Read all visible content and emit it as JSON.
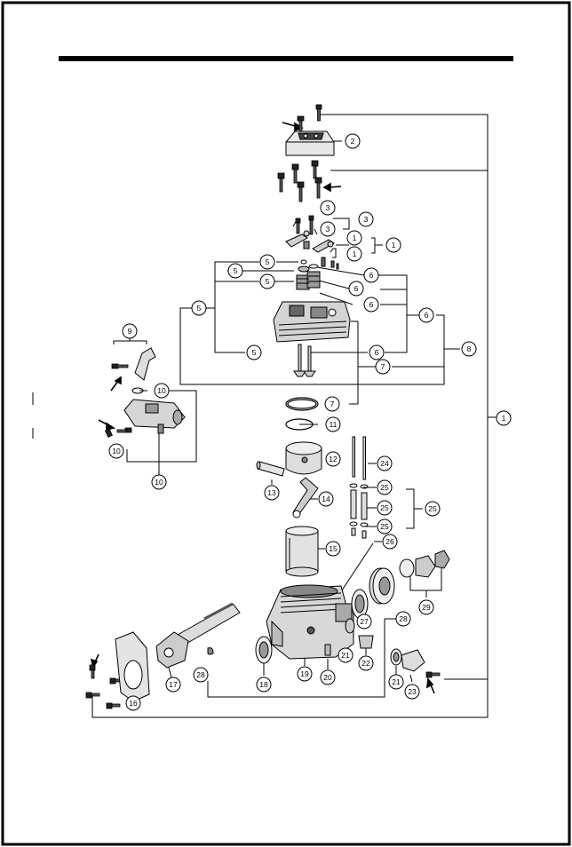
{
  "diagram": {
    "title": "",
    "callouts": [
      "1",
      "2",
      "3",
      "3",
      "3",
      "1",
      "1",
      "1",
      "5",
      "5",
      "5",
      "5",
      "5",
      "6",
      "6",
      "6",
      "6",
      "6",
      "7",
      "7",
      "8",
      "9",
      "10",
      "10",
      "10",
      "11",
      "12",
      "13",
      "14",
      "15",
      "16",
      "17",
      "18",
      "19",
      "20",
      "21",
      "21",
      "22",
      "23",
      "24",
      "25",
      "25",
      "25",
      "25",
      "26",
      "27",
      "28",
      "28",
      "29"
    ],
    "colors": {
      "ink": "#000000",
      "paper": "#ffffff",
      "shade": "#d9d9d9",
      "dark": "#555555"
    }
  }
}
